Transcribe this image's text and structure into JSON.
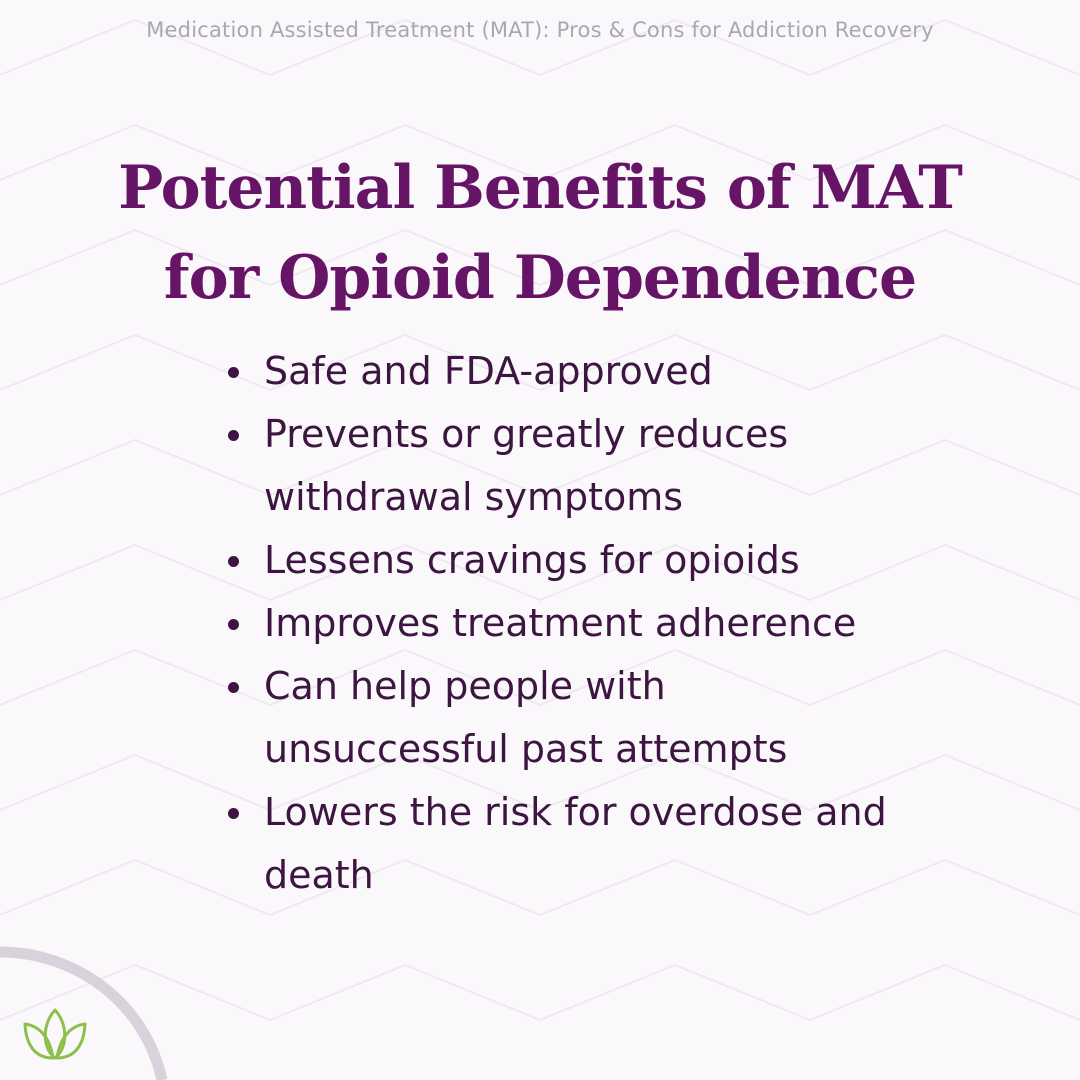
{
  "header": {
    "text": "Medication Assisted Treatment (MAT): Pros & Cons for Addiction Recovery"
  },
  "title": {
    "line1": "Potential Benefits of MAT",
    "line2": "for Opioid Dependence"
  },
  "benefits": [
    "Safe and FDA-approved",
    "Prevents or greatly reduces withdrawal symptoms",
    "Lessens cravings for opioids",
    "Improves treatment adherence",
    "Can help people with unsuccessful past attempts",
    "Lowers the risk for overdose and death"
  ],
  "icons": {
    "logo": "lotus-leaves-icon"
  },
  "colors": {
    "background": "#fbf8fc",
    "title": "#661466",
    "body_text": "#3c1640",
    "header_text": "#a9a9ad",
    "logo": "#8cc04a",
    "corner_arc": "#d9d1db"
  }
}
